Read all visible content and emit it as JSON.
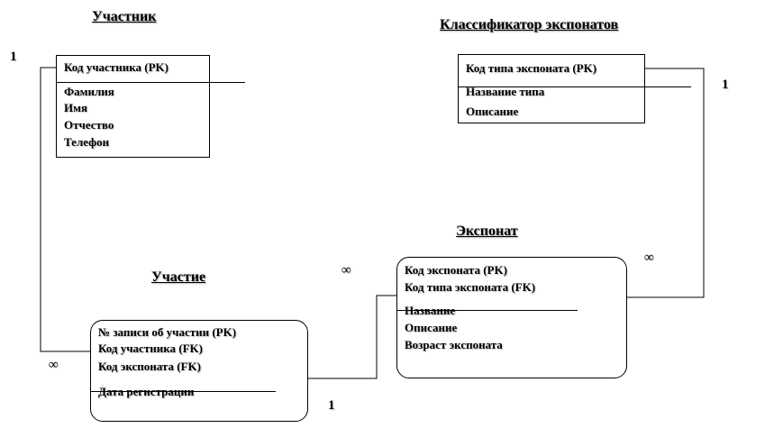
{
  "entities": {
    "participant": {
      "title": "Участник",
      "pk": "Код участника (PK)",
      "fields": [
        "Фамилия",
        "Имя",
        "Отчество",
        "Телефон"
      ]
    },
    "classifier": {
      "title": "Классификатор экспонатов",
      "pk": "Код типа экспоната (PK)",
      "fields": [
        "Название типа",
        "Описание"
      ]
    },
    "exhibit": {
      "title": "Экспонат",
      "keys": [
        "Код экспоната (PK)",
        "Код типа экспоната (FK)"
      ],
      "fields": [
        "Название",
        "Описание",
        "Возраст экспоната"
      ]
    },
    "participation": {
      "title": "Участие",
      "keys": [
        "№ записи об участии (PK)",
        "Код участника (FK)",
        "Код экспоната (FK)"
      ],
      "fields": [
        "Дата регистрации"
      ]
    }
  },
  "cardinalities": {
    "participant_one": "1",
    "classifier_one": "1",
    "exhibit_many": "∞",
    "participation_many_left": "∞",
    "participation_many_right": "∞",
    "participation_one": "1"
  }
}
